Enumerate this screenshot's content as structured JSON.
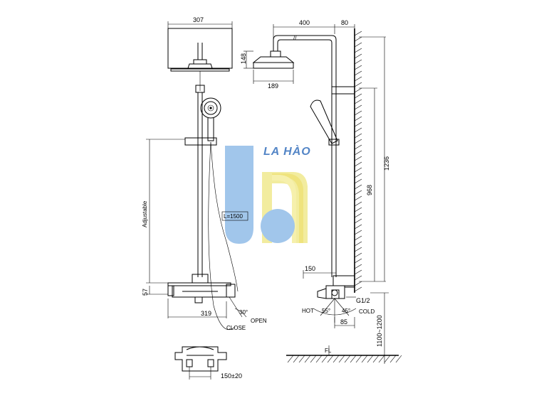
{
  "watermark": {
    "brand_text": "LA HÀO",
    "colors": {
      "blue": "#9cc3ea",
      "yellow": "#f2ec9a",
      "text_blue": "#4a7fc4"
    }
  },
  "front_view": {
    "dim_head_width": "307",
    "dim_outlet": "57",
    "dim_body_width": "319",
    "label_adjustable": "Adjustable",
    "label_hose": "L=1500",
    "label_angle": "30°",
    "label_open": "OPEN",
    "label_close": "CLOSE"
  },
  "bottom_view": {
    "dim_spacing": "150±20"
  },
  "side_view": {
    "dim_arm": "400",
    "dim_wall": "80",
    "dim_head_height": "148",
    "dim_head_depth": "189",
    "dim_total": "1236",
    "dim_bar": "968",
    "dim_mixer": "150",
    "dim_thread": "G1/2",
    "label_hot": "HOT",
    "label_cold": "COLD",
    "dim_angle_left": "55°",
    "dim_angle_right": "45°",
    "dim_depth": "85",
    "dim_height_range": "1100~1200",
    "label_floor": "FL"
  }
}
